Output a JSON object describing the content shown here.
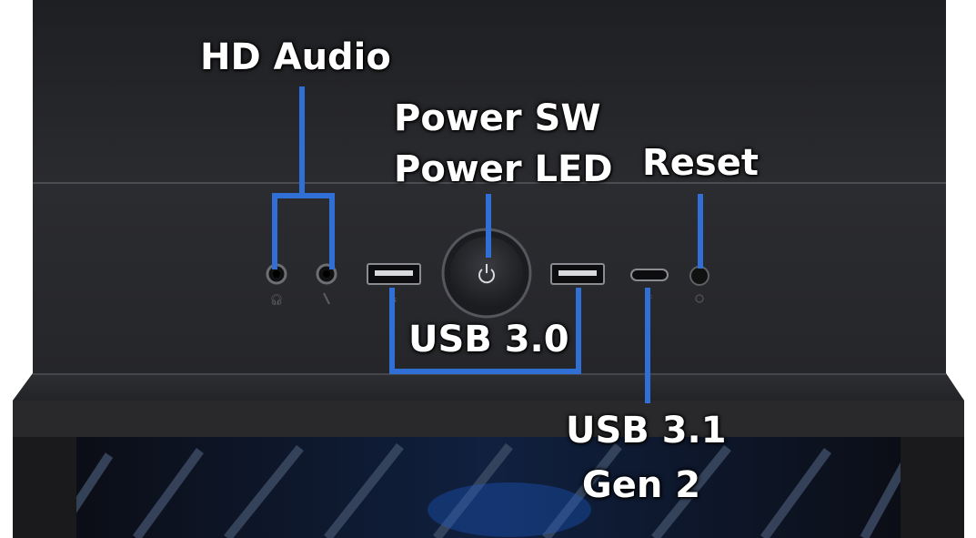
{
  "image": {
    "subject": "PC case top I/O panel",
    "colors": {
      "case_dark": "#222326",
      "case_mid": "#2c2d31",
      "edge_highlight": "#4a4c52",
      "callout_line": "#2f6fd6",
      "label_text": "#ffffff",
      "fan_blue": "#1d5fd0"
    }
  },
  "labels": {
    "hd_audio": "HD Audio",
    "power_sw": "Power SW",
    "power_led": "Power LED",
    "reset": "Reset",
    "usb30": "USB 3.0",
    "usb31_line1": "USB 3.1",
    "usb31_line2": "Gen 2"
  },
  "icons": {
    "headphone": "headphone-icon",
    "microphone": "microphone-icon",
    "power": "power-icon",
    "usb_a": "usb-a-port-icon",
    "usb_c": "usb-c-port-icon",
    "reset": "reset-button-icon"
  }
}
